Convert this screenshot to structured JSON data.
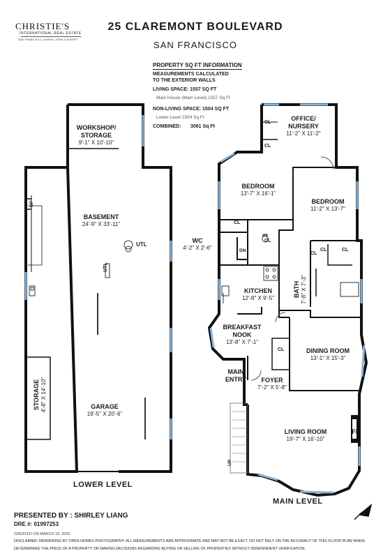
{
  "brand": {
    "name": "CHRISTIE'S",
    "tagline": "INTERNATIONAL REAL ESTATE",
    "locations": "SAN FRANCISCO | MARIN | WINE COUNTRY"
  },
  "header": {
    "address": "25 CLAREMONT BOULEVARD",
    "city": "SAN FRANCISCO"
  },
  "info": {
    "title": "PROPERTY SQ FT INFORMATION",
    "calc_line1": "MEASUREMENTS CALCULATED",
    "calc_line2": "TO THE EXTERIOR WALLS",
    "living_label": "LIVING SPACE: 1557 SQ FT",
    "living_sub": "Main House (Main Level)   1557 Sq Ft",
    "nonliving_label": "NON-LIVING SPACE: 1504 SQ FT",
    "nonliving_sub": "Lower Level   1504 Sq Ft",
    "combined_label": "COMBINED:",
    "combined_value": "3061 Sq Ft"
  },
  "lower_level": {
    "label": "LOWER LEVEL",
    "rooms": {
      "workshop_name1": "WORKSHOP/",
      "workshop_name2": "STORAGE",
      "workshop_dim": "9'-1\" X 10'-10\"",
      "basement_name": "BASEMENT",
      "basement_dim": "24'-9\" X 33'-11\"",
      "utl1": "UTL",
      "utl2": "UTL",
      "garage_name": "GARAGE",
      "garage_dim": "19'-5\" X 20'-6\"",
      "storage_name": "STORAGE",
      "storage_dim": "4'-8\" X 14'-10\"",
      "up": "UP"
    }
  },
  "main_level": {
    "label": "MAIN LEVEL",
    "rooms": {
      "office_name1": "OFFICE/",
      "office_name2": "NURSERY",
      "office_dim": "11'-2\" X 11'-2\"",
      "bedroom1_name": "BEDROOM",
      "bedroom1_dim": "13'-7\" X 16'-1\"",
      "bedroom2_name": "BEDROOM",
      "bedroom2_dim": "11'-2\" X 13'-7\"",
      "wc_name": "WC",
      "wc_dim": "4'-2\" X 2'-6\"",
      "dn": "DN",
      "kitchen_name": "KITCHEN",
      "kitchen_dim": "12'-8\" X 9'-5\"",
      "bath_name": "BATH",
      "bath_dim": "7'-8\" X 7'-3\"",
      "nook_name1": "BREAKFAST",
      "nook_name2": "NOOK",
      "nook_dim": "13'-8\" X 7'-1\"",
      "dining_name": "DINING ROOM",
      "dining_dim": "13'-1\" X 15'-3\"",
      "entry_name1": "MAIN",
      "entry_name2": "ENTRY",
      "foyer_name": "FOYER",
      "foyer_dim": "7'-2\" X 5'-8\"",
      "living_name": "LIVING ROOM",
      "living_dim": "19'-7\" X 16'-10\"",
      "fp": "FP",
      "up": "UP",
      "cl": "CL"
    }
  },
  "footer": {
    "presented": "PRESENTED BY : SHIRLEY LIANG",
    "dre": "DRE #: 01997253",
    "created": "CREATED ON MARCH 19, 2026",
    "disclaimer": "DISCLAIMER: RENDERING BY OPEN HOMES PHOTOGRAPHY. ALL MEASUREMENTS ARE APPROXIMATE AND MAY NOT BE EXACT. DO NOT RELY ON THE ACCURACY OF THIS FLOOR PLAN WHEN DETERMINING THE PRICE OF A PROPERTY OR MAKING DECISIONS REGARDING BUYING OR SELLING OF PROPERTIES WITHOUT INDEPENDENT VERIFICATION."
  },
  "colors": {
    "wall": "#111111",
    "window": "#8ab4d8",
    "text": "#1a1a1a"
  }
}
